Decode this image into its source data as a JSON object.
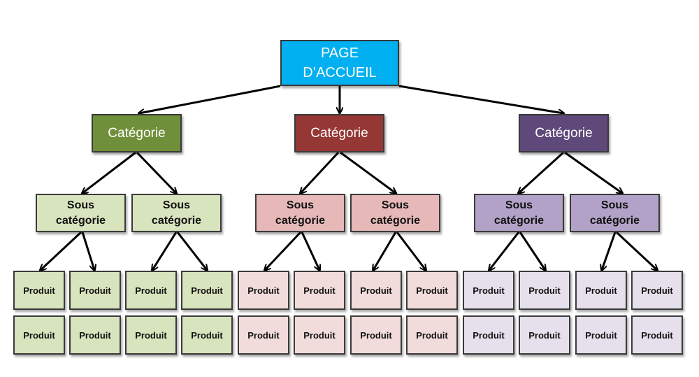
{
  "home": {
    "label": "PAGE\nD’ACCUEIL"
  },
  "categories": [
    {
      "label": "Catégorie",
      "color": "#6f8f3a"
    },
    {
      "label": "Catégorie",
      "color": "#953735"
    },
    {
      "label": "Catégorie",
      "color": "#5f497a"
    }
  ],
  "subcategories": [
    {
      "label": "Sous\ncatégorie"
    },
    {
      "label": "Sous\ncatégorie"
    },
    {
      "label": "Sous\ncatégorie"
    },
    {
      "label": "Sous\ncatégorie"
    },
    {
      "label": "Sous\ncatégorie"
    },
    {
      "label": "Sous\ncatégorie"
    }
  ],
  "products": {
    "row1": [
      "Produit",
      "Produit",
      "Produit",
      "Produit",
      "Produit",
      "Produit",
      "Produit",
      "Produit",
      "Produit",
      "Produit",
      "Produit",
      "Produit"
    ],
    "row2": [
      "Produit",
      "Produit",
      "Produit",
      "Produit",
      "Produit",
      "Produit",
      "Produit",
      "Produit",
      "Produit",
      "Produit",
      "Produit",
      "Produit"
    ]
  },
  "colors": {
    "home": "#00b0f0",
    "green_light": "#d7e4bd",
    "red_light": "#e6b9b8",
    "red_pale": "#f2dcdb",
    "purple_light": "#b3a2c7",
    "purple_pale": "#e6e0ec",
    "arrow": "#000000"
  }
}
